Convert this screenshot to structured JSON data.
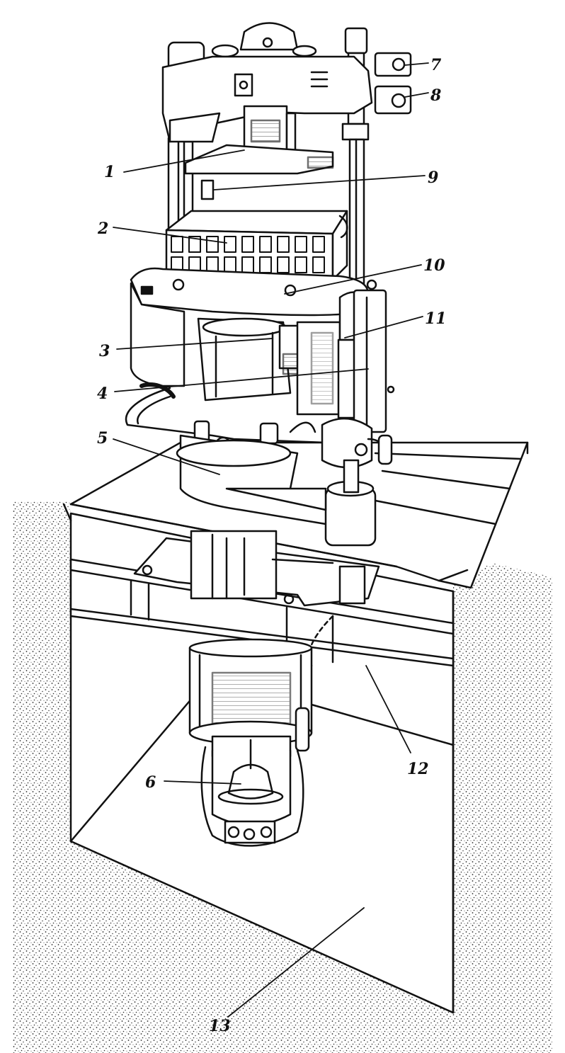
{
  "labels": {
    "l1": "1",
    "l2": "2",
    "l3": "3",
    "l4": "4",
    "l5": "5",
    "l6": "6",
    "l7": "7",
    "l8": "8",
    "l9": "9",
    "l10": "10",
    "l11": "11",
    "l12": "12",
    "l13": "13"
  },
  "colors": {
    "ink": "#111111",
    "paper": "#ffffff"
  }
}
